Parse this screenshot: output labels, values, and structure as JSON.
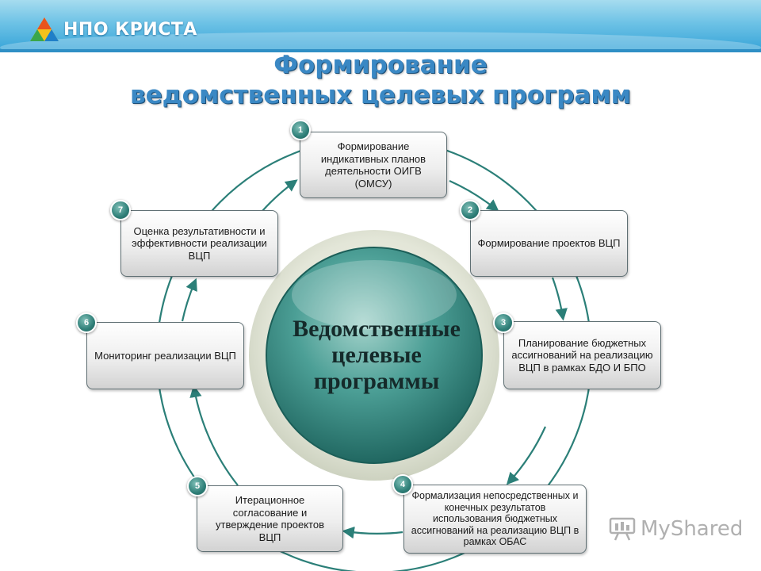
{
  "header": {
    "logo_text": "НПО КРИСТА"
  },
  "title": {
    "line1": "Формирование",
    "line2": "ведомственных целевых программ"
  },
  "center": {
    "line1": "Ведомственные",
    "line2": "целевые",
    "line3": "программы"
  },
  "steps": [
    {
      "num": "1",
      "text": "Формирование индикативных планов деятельности ОИГВ (ОМСУ)"
    },
    {
      "num": "2",
      "text": "Формирование проектов ВЦП"
    },
    {
      "num": "3",
      "text": "Планирование бюджетных ассигнований на реализацию ВЦП в рамках БДО И БПО"
    },
    {
      "num": "4",
      "text": "Формализация непосредственных и конечных результатов использования бюджетных ассигнований на реализацию ВЦП в рамках ОБАС"
    },
    {
      "num": "5",
      "text": "Итерационное согласование и утверждение проектов ВЦП"
    },
    {
      "num": "6",
      "text": "Мониторинг реализации ВЦП"
    },
    {
      "num": "7",
      "text": "Оценка результативности и эффективности реализации ВЦП"
    }
  ],
  "watermark": {
    "text": "MyShared"
  },
  "colors": {
    "accent": "#2b7f78",
    "title": "#3a88c4",
    "header": "#4fb2e0"
  }
}
